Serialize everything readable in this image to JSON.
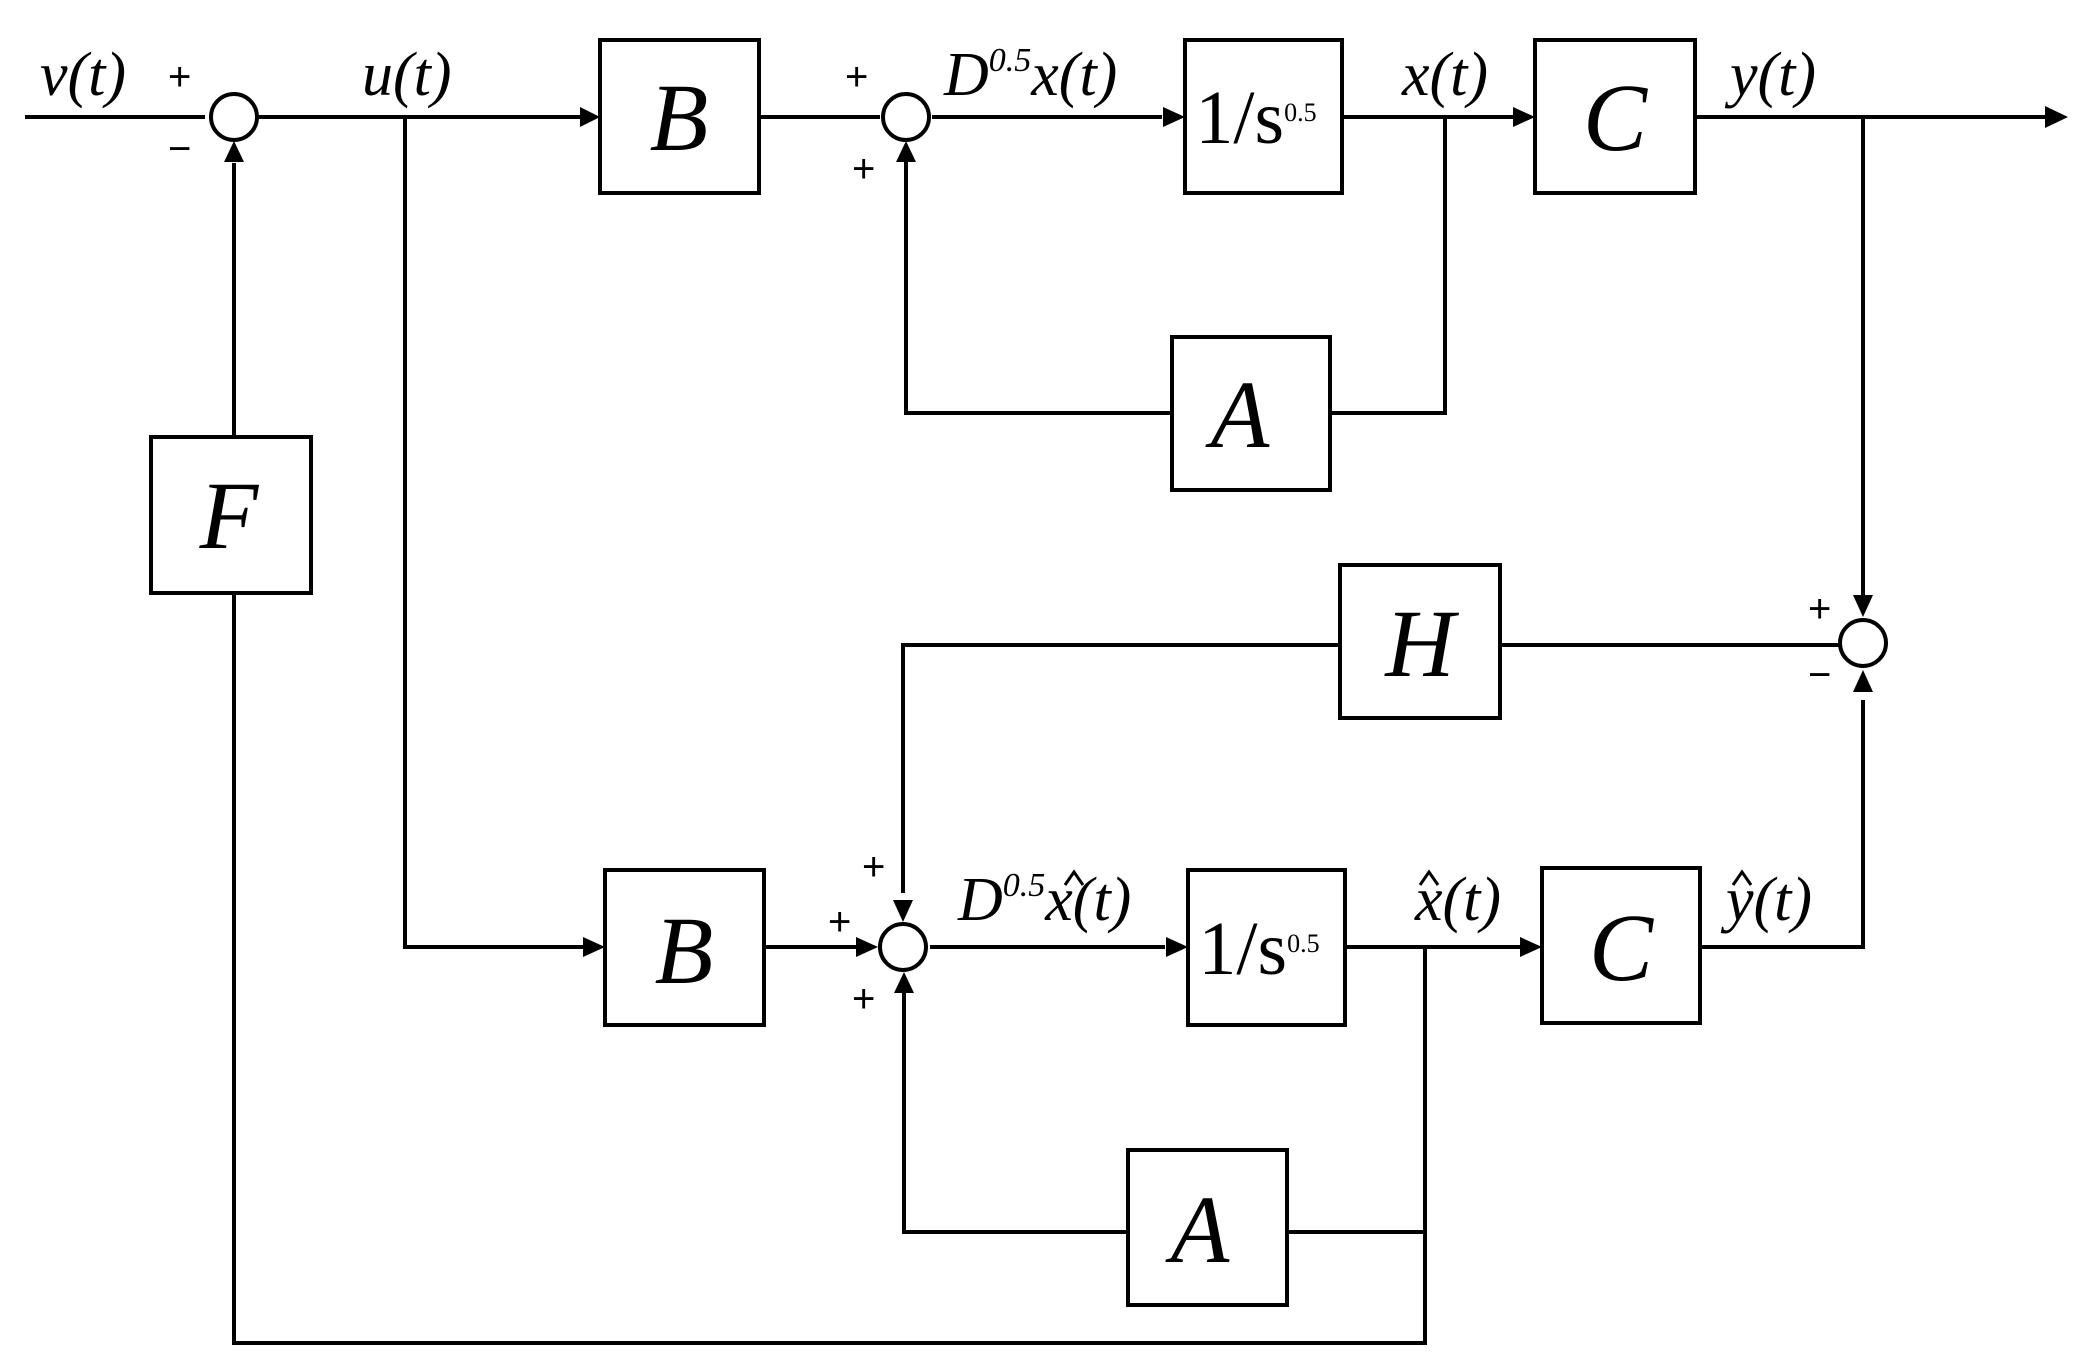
{
  "blocks": {
    "b_top": "B",
    "integrator_top": {
      "main": "1/s",
      "exp": "0.5"
    },
    "c_top": "C",
    "a_top": "A",
    "f": "F",
    "h": "H",
    "b_bottom": "B",
    "integrator_bottom": {
      "main": "1/s",
      "exp": "0.5"
    },
    "c_bottom": "C",
    "a_bottom": "A"
  },
  "signals": {
    "v": "v(t)",
    "u": "u(t)",
    "frac_x": {
      "d": "D",
      "order": "0.5",
      "arg": "x(t)"
    },
    "x": "x(t)",
    "y": "y(t)",
    "frac_xhat": {
      "d": "D",
      "order": "0.5",
      "arg": "x(t)"
    },
    "xhat": "x(t)",
    "yhat": "y(t)"
  },
  "signs": {
    "s1_plus": "+",
    "s1_minus": "−",
    "s2_plus_left": "+",
    "s2_plus_bottom": "+",
    "s3_plus": "+",
    "s3_minus": "−",
    "s4_plus_top": "+",
    "s4_plus_left": "+",
    "s4_plus_bottom": "+"
  }
}
